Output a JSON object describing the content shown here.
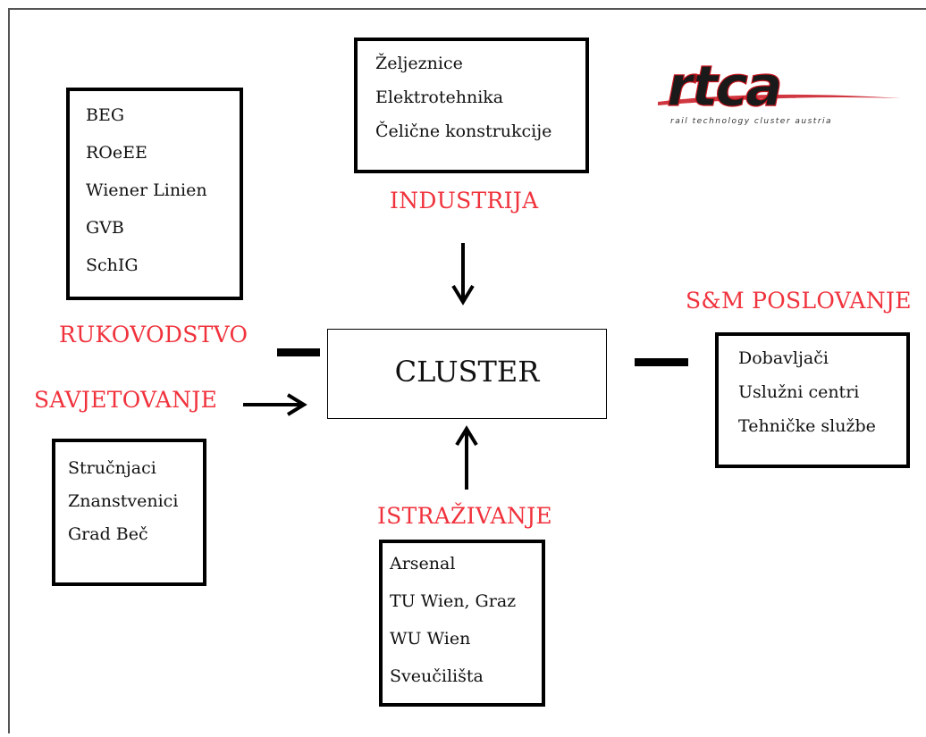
{
  "center": {
    "label": "CLUSTER"
  },
  "industrija": {
    "label": "INDUSTRIJA",
    "items": [
      "Željeznice",
      "Elektrotehnika",
      "Čelične konstrukcije"
    ]
  },
  "rukovodstvo": {
    "label": "RUKOVODSTVO",
    "items": [
      "BEG",
      "ROeEE",
      "Wiener Linien",
      "GVB",
      "SchIG"
    ]
  },
  "savjetovanje": {
    "label": "SAVJETOVANJE",
    "items": [
      "Stručnjaci",
      "Znanstvenici",
      "Grad Beč"
    ]
  },
  "istrazivanje": {
    "label": "ISTRAŽIVANJE",
    "items": [
      "Arsenal",
      "TU Wien, Graz",
      "WU Wien",
      "Sveučilišta"
    ]
  },
  "poslovanje": {
    "label": "S&M  POSLOVANJE",
    "items": [
      "Dobavljači",
      "Uslužni centri",
      "Tehničke službe"
    ]
  },
  "logo": {
    "wordmark": "rtca",
    "tagline": "rail technology cluster austria",
    "colors": {
      "dark": "#1a1a1a",
      "red": "#c8141e"
    }
  },
  "colors": {
    "label_red": "#f0323c",
    "ink": "#000000"
  }
}
